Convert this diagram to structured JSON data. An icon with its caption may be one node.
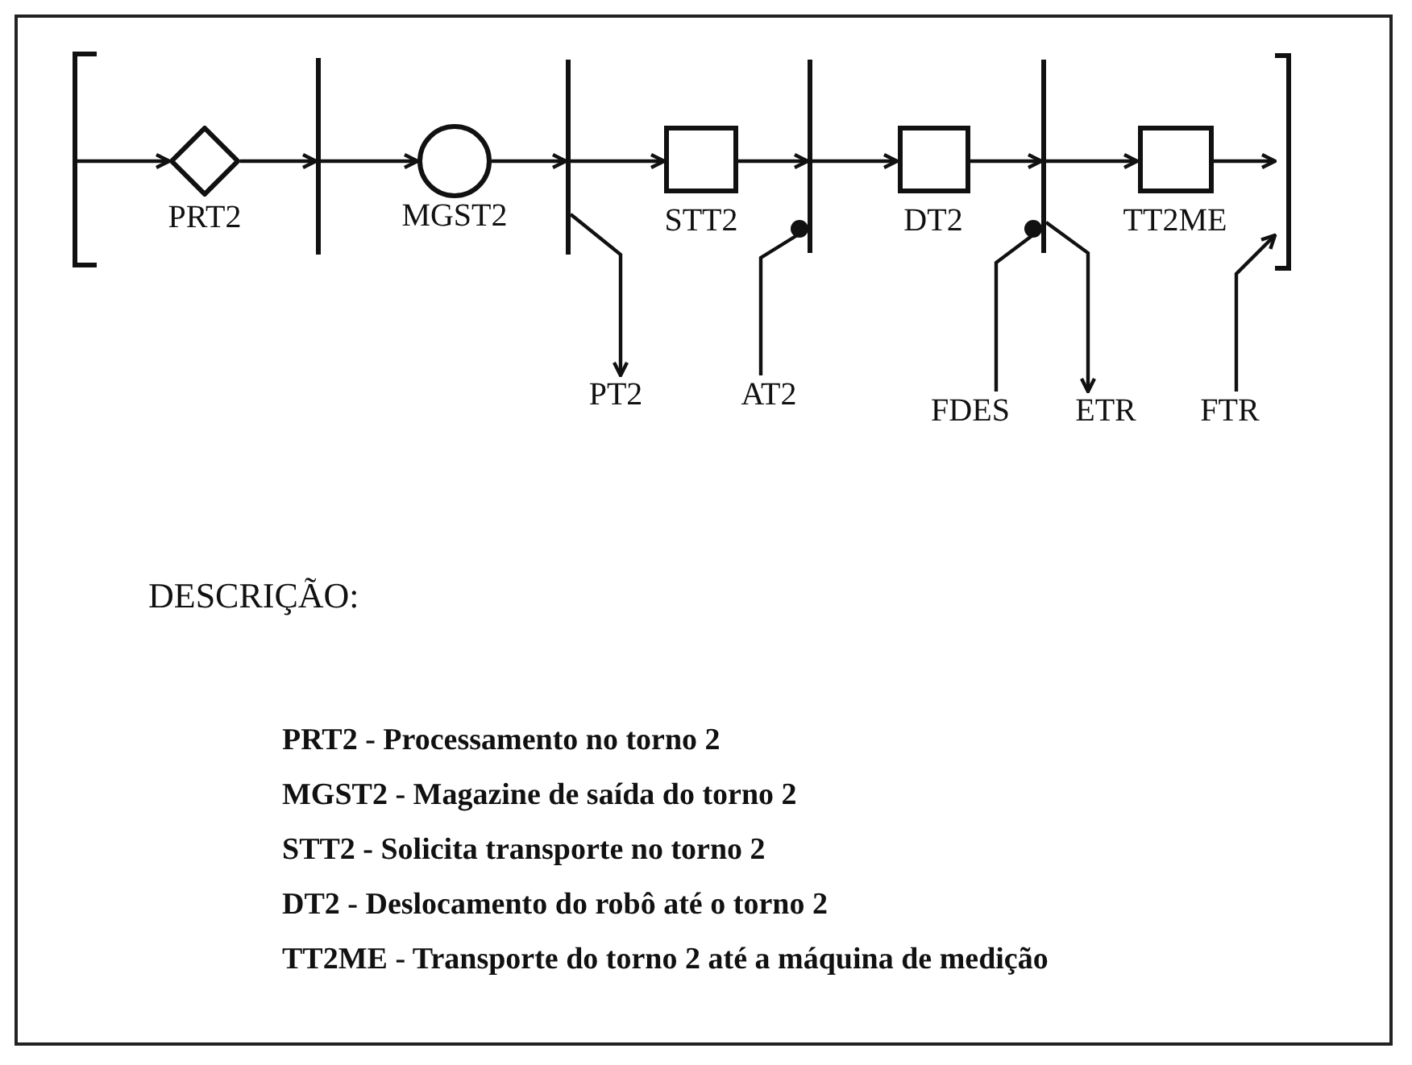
{
  "diagram": {
    "nodes": [
      {
        "text": [],
        "shape": "bracket"
      },
      {
        "text": [
          "PRT2"
        ]
      },
      {
        "text": [],
        "shape": "bar"
      },
      {
        "text": [
          "MGST2"
        ]
      },
      {
        "text": [],
        "shape": "bar"
      },
      {
        "text": [
          "STT2"
        ]
      },
      {
        "text": [],
        "shape": "bar"
      },
      {
        "text": [
          "DT2"
        ]
      },
      {
        "text": [],
        "shape": "bar"
      },
      {
        "text": [
          "TT2ME"
        ]
      },
      {
        "text": [],
        "shape": "bracket"
      },
      {
        "text": [
          "PT2"
        ]
      },
      {
        "text": [
          "AT2"
        ]
      },
      {
        "text": [
          "FDES"
        ]
      },
      {
        "text": [
          "ETR"
        ]
      },
      {
        "text": [
          "FTR"
        ]
      }
    ],
    "edges": [
      {
        "from": 0,
        "to": 1,
        "arrow": "to"
      },
      {
        "from": 1,
        "to": 2,
        "arrow": "to"
      },
      {
        "from": 2,
        "to": 3,
        "arrow": "to"
      },
      {
        "from": 3,
        "to": 4,
        "arrow": "to"
      },
      {
        "from": 4,
        "to": 5,
        "arrow": "to"
      },
      {
        "from": 5,
        "to": 6,
        "arrow": "to"
      },
      {
        "from": 6,
        "to": 7,
        "arrow": "to"
      },
      {
        "from": 7,
        "to": 8,
        "arrow": "to"
      },
      {
        "from": 8,
        "to": 9,
        "arrow": "to"
      },
      {
        "from": 9,
        "to": 10,
        "arrow": "to"
      },
      {
        "from": 4,
        "to": 11,
        "arrow": "to"
      },
      {
        "from": 12,
        "to": 6,
        "arrow": "other"
      },
      {
        "from": 13,
        "to": 8,
        "arrow": "other"
      },
      {
        "from": 8,
        "to": 14,
        "arrow": "to"
      },
      {
        "from": 15,
        "to": 10,
        "arrow": "to"
      }
    ],
    "labels": [
      "DESCRIÇÃO:",
      "PRT2 - Processamento no torno 2",
      "MGST2 - Magazine de saída do torno 2",
      "STT2 - Solicita transporte no torno 2",
      "DT2 - Deslocamento do robô até o torno 2",
      "TT2ME - Transporte do torno 2 até a máquina de medição"
    ]
  }
}
